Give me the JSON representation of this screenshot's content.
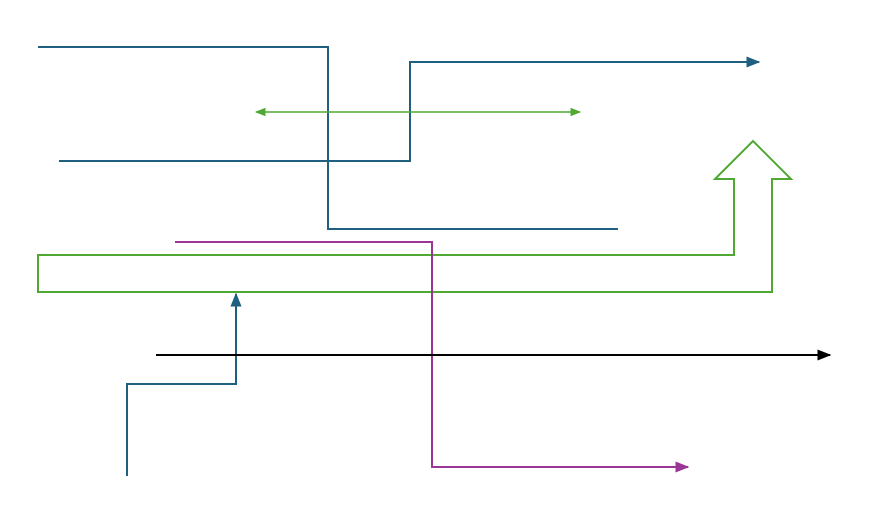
{
  "colors": {
    "background": "#ffffff",
    "teal": "#1f5f80",
    "green": "#4ea832",
    "purple": "#9b3596",
    "black": "#000000"
  },
  "connectors": [
    {
      "id": "elbow-connector-top-left",
      "color_key": "teal",
      "arrow": "none"
    },
    {
      "id": "elbow-connector-upper-right-arrow",
      "color_key": "teal",
      "arrow": "end"
    },
    {
      "id": "double-arrow-horizontal",
      "color_key": "green",
      "arrow": "both"
    },
    {
      "id": "elbow-connector-purple",
      "color_key": "purple",
      "arrow": "end"
    },
    {
      "id": "elbow-connector-bottom-left-up-arrow",
      "color_key": "teal",
      "arrow": "end"
    },
    {
      "id": "straight-arrow-horizontal",
      "color_key": "black",
      "arrow": "end"
    }
  ],
  "shapes": [
    {
      "id": "bent-up-arrow-shape",
      "color_key": "green",
      "fill": "none"
    }
  ]
}
